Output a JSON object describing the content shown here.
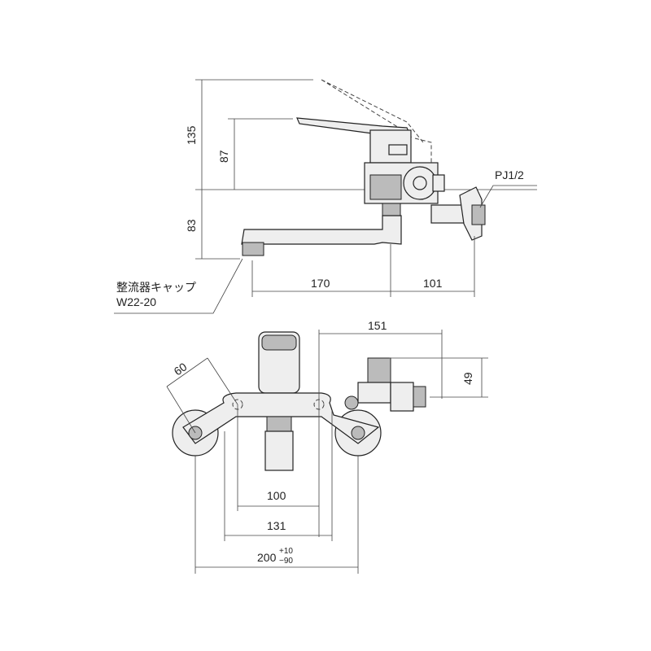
{
  "side_view": {
    "dim_total_height": "135",
    "dim_lever_height": "87",
    "dim_spout_drop": "83",
    "dim_spout_reach": "170",
    "dim_body_depth": "101",
    "connection_label": "PJ1/2",
    "aerator_label_line1": "整流器キャップ",
    "aerator_label_line2": "W22-20"
  },
  "front_view": {
    "dim_offset": "151",
    "dim_height": "49",
    "dim_diagonal": "60",
    "dim_inner": "100",
    "dim_middle": "131",
    "dim_total": "200",
    "dim_tol_plus": "+10",
    "dim_tol_minus": "−90"
  }
}
